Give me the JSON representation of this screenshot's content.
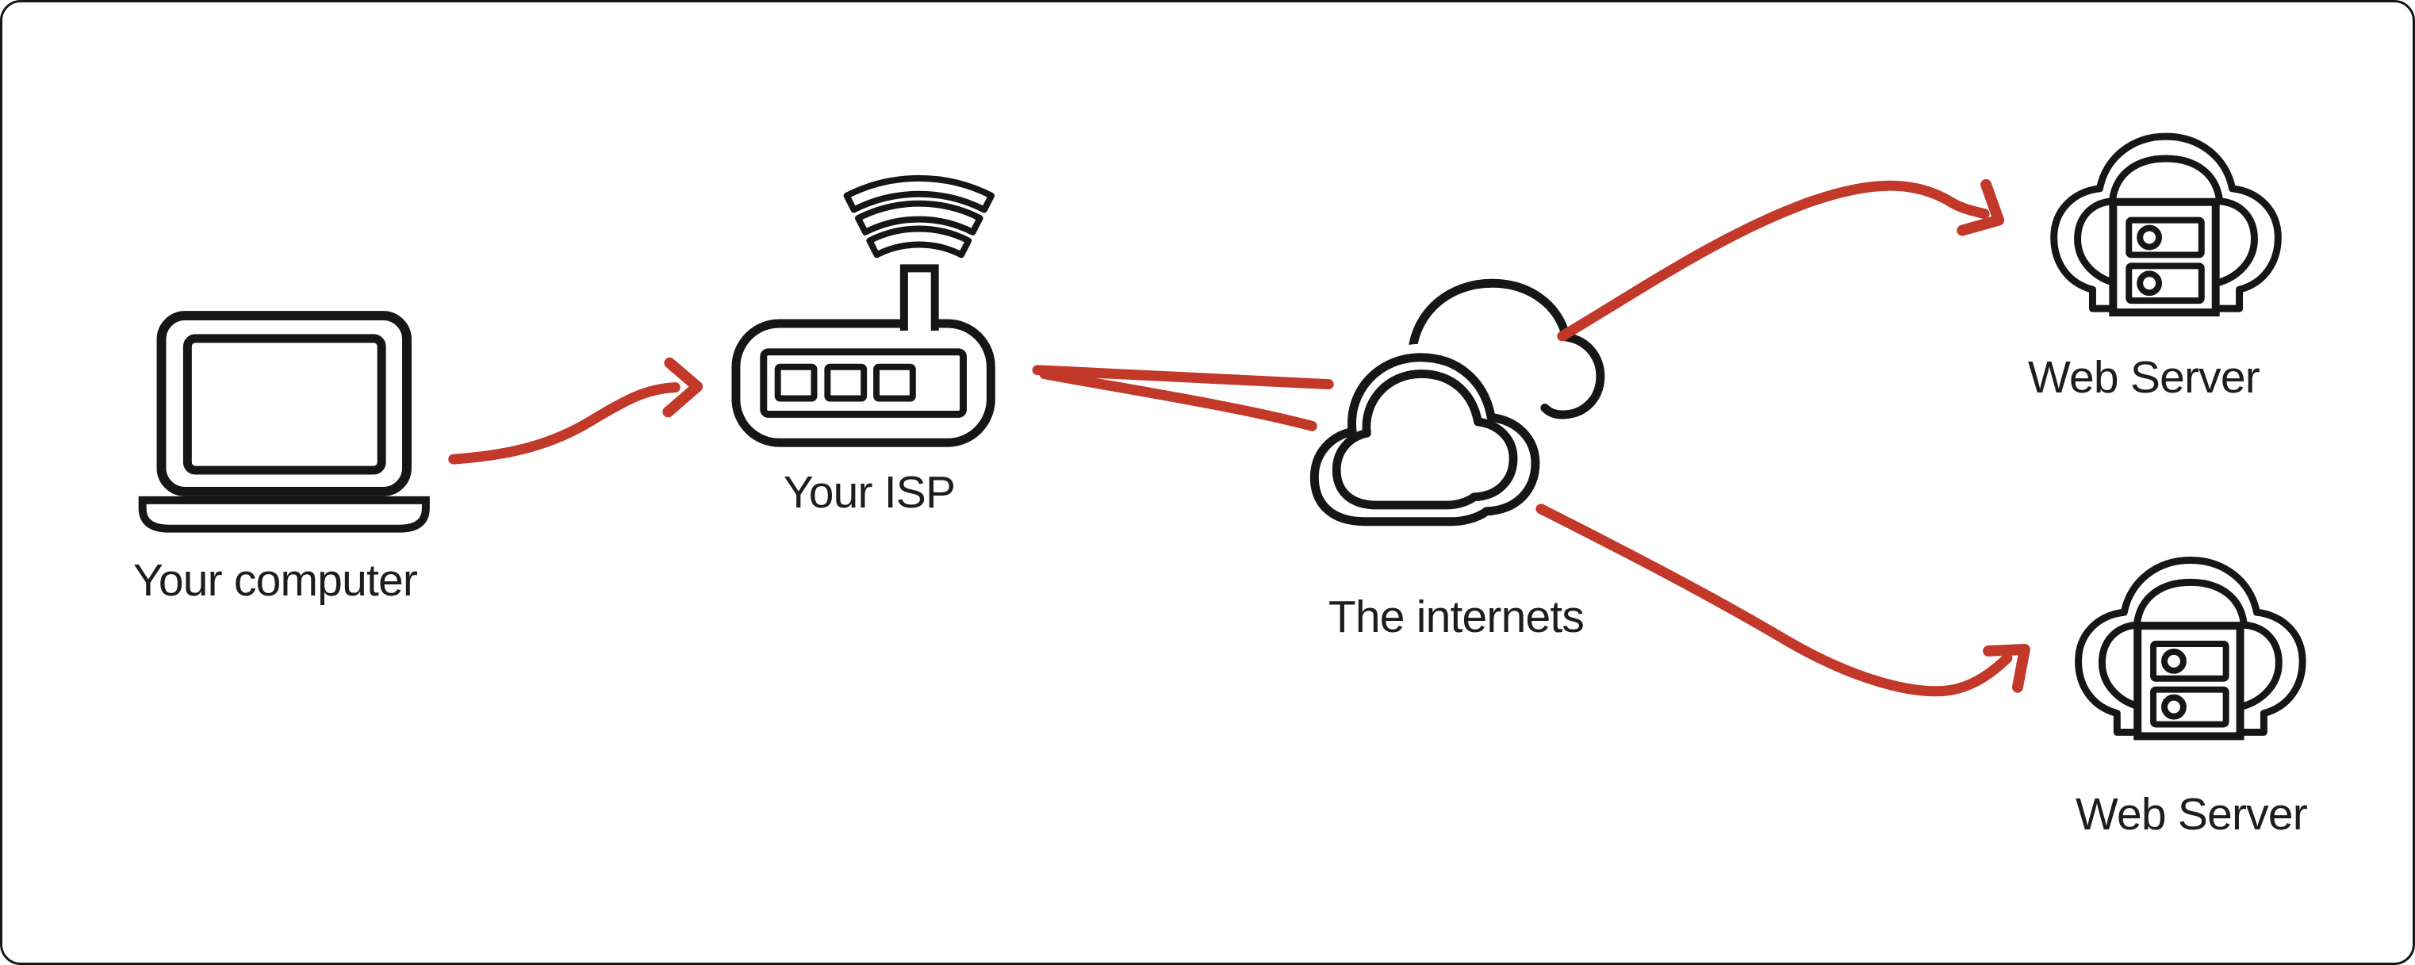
{
  "title": "How a web request travels diagram",
  "colors": {
    "accent_red": "#c2392a",
    "icon_stroke": "#161616",
    "label_text": "#1d1d1f",
    "background": "#ffffff"
  },
  "nodes": [
    {
      "id": "your-computer",
      "label": "Your computer",
      "icon": "laptop-icon"
    },
    {
      "id": "your-isp",
      "label": "Your ISP",
      "icon": "wifi-router-icon"
    },
    {
      "id": "the-internets",
      "label": "The internets",
      "icon": "double-cloud-icon"
    },
    {
      "id": "web-server-top",
      "label": "Web Server",
      "icon": "cloud-server-icon"
    },
    {
      "id": "web-server-bottom",
      "label": "Web Server",
      "icon": "cloud-server-icon"
    }
  ],
  "edges": [
    {
      "from": "your-computer",
      "to": "your-isp",
      "style": "curved-arrow"
    },
    {
      "from": "your-isp",
      "to": "the-internets",
      "style": "double-line"
    },
    {
      "from": "the-internets",
      "to": "web-server-top",
      "style": "curved-arrow"
    },
    {
      "from": "the-internets",
      "to": "web-server-bottom",
      "style": "curved-arrow"
    }
  ]
}
